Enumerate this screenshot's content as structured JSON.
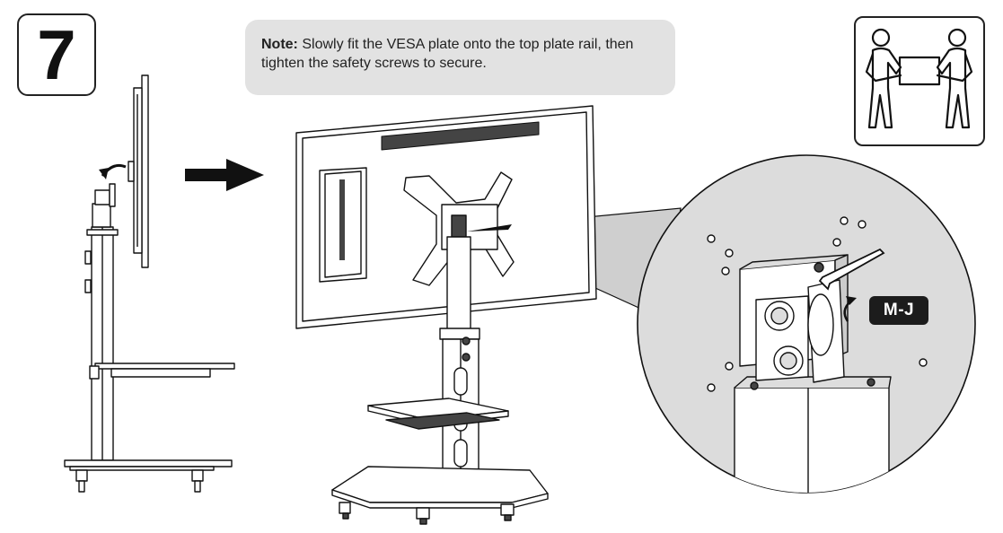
{
  "step": {
    "number": "7"
  },
  "note": {
    "label": "Note:",
    "text": " Slowly fit the VESA plate onto the top plate rail, then tighten the safety screws to secure."
  },
  "callout": {
    "tool_label": "M-J"
  },
  "icons": {
    "two_person": "two-person-lift-icon",
    "direction": "arrow-right-icon",
    "rotation": "rotate-arrow-icon"
  },
  "colors": {
    "note_background": "#e2e2e2",
    "magnifier_fill": "#dcdcdc",
    "label_background": "#1c1c1c"
  }
}
